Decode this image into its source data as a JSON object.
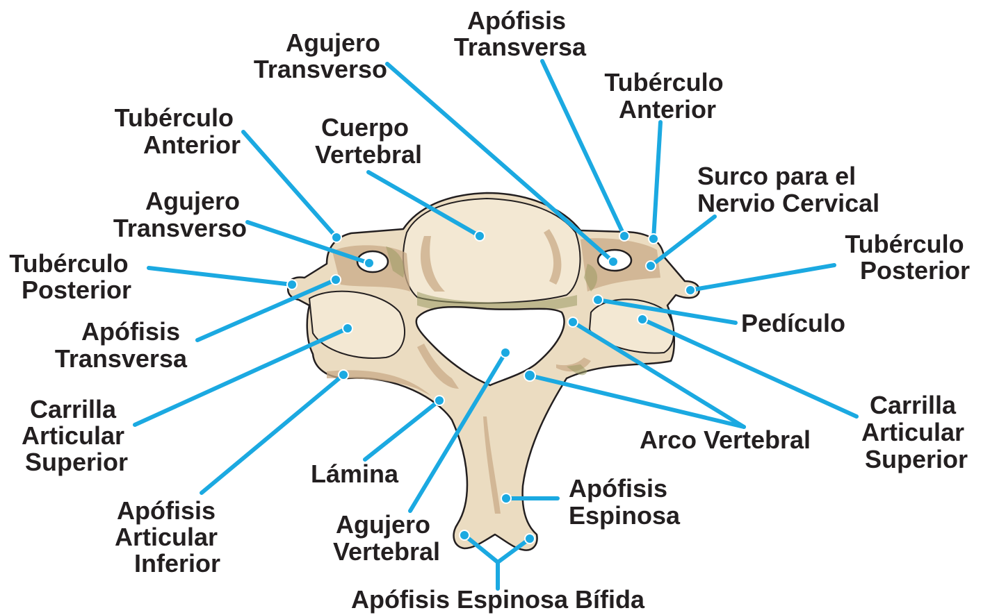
{
  "diagram": {
    "labels": {
      "apofisis_transversa_top": [
        "Apófisis",
        "Transversa"
      ],
      "agujero_transverso_top": [
        "Agujero",
        "Transverso"
      ],
      "tuberculo_anterior_right": [
        "Tubérculo",
        "Anterior"
      ],
      "tuberculo_anterior_left": [
        "Tubérculo",
        "Anterior"
      ],
      "cuerpo_vertebral": [
        "Cuerpo",
        "Vertebral"
      ],
      "surco_nervio": [
        "Surco para el",
        "Nervio Cervical"
      ],
      "agujero_transverso_left": [
        "Agujero",
        "Transverso"
      ],
      "tuberculo_posterior_left": [
        "Tubérculo",
        "Posterior"
      ],
      "tuberculo_posterior_right": [
        "Tubérculo",
        "Posterior"
      ],
      "apofisis_transversa_left": [
        "Apófisis",
        "Transversa"
      ],
      "pediculo": [
        "Pedículo"
      ],
      "carrilla_left": [
        "Carrilla",
        "Articular",
        "Superior"
      ],
      "carrilla_right": [
        "Carrilla",
        "Articular",
        "Superior"
      ],
      "arco_vertebral": [
        "Arco Vertebral"
      ],
      "lamina": [
        "Lámina"
      ],
      "apofisis_espinosa": [
        "Apófisis",
        "Espinosa"
      ],
      "apofisis_articular_inferior": [
        "Apófisis",
        "Articular",
        "Inferior"
      ],
      "agujero_vertebral": [
        "Agujero",
        "Vertebral"
      ],
      "apofisis_espinosa_bifida": [
        "Apófisis Espinosa Bífida"
      ]
    },
    "colors": {
      "leader": "#1ba9e1",
      "bone": "#ebdcc1",
      "text": "#231f20"
    }
  }
}
